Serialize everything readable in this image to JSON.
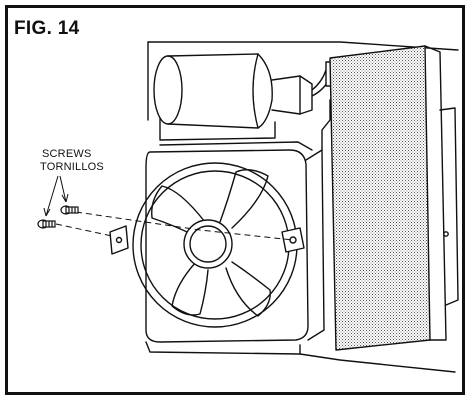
{
  "figure": {
    "title": "FIG. 14",
    "callout_en": "SCREWS",
    "callout_es": "TORNILLOS"
  },
  "colors": {
    "ink": "#111111",
    "paper": "#ffffff",
    "shade": "#9a9a9a"
  }
}
